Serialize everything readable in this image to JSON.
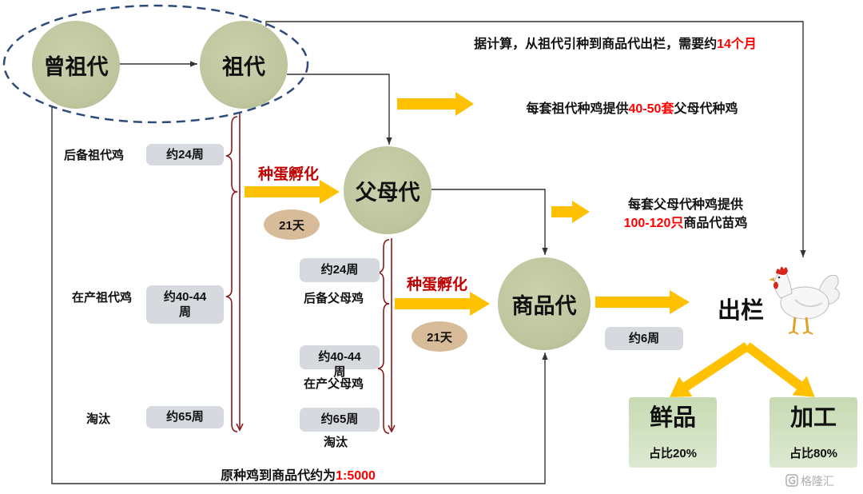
{
  "nodes": {
    "great_grandparent": "曾祖代",
    "grandparent": "祖代",
    "parent": "父母代",
    "commercial": "商品代",
    "slaughter": "出栏"
  },
  "notes": {
    "total_time": {
      "text": "据计算，从祖代引种到商品代出栏，需要约",
      "highlight": "14个月"
    },
    "grandparent_yield": {
      "text": "每套祖代种鸡提供",
      "highlight": "40-50套",
      "suffix": "父母代种鸡"
    },
    "parent_yield": {
      "line1": "每套父母代种鸡提供",
      "highlight": "100-120只",
      "suffix": "商品代苗鸡"
    },
    "ratio": {
      "text": "原种鸡到商品代约为",
      "highlight": "1:5000"
    }
  },
  "grandparent_stages": [
    {
      "label": "后备祖代鸡",
      "duration": "约24周"
    },
    {
      "label": "在产祖代鸡",
      "duration": "约40-44周"
    },
    {
      "label": "淘汰",
      "duration": "约65周"
    }
  ],
  "parent_stages": [
    {
      "label": "后备父母鸡",
      "duration": "约24周"
    },
    {
      "label": "在产父母鸡",
      "duration": "约40-44周"
    },
    {
      "label": "淘汰",
      "duration": "约65周"
    }
  ],
  "incubation": [
    {
      "label": "种蛋孵化",
      "days": "21天"
    },
    {
      "label": "种蛋孵化",
      "days": "21天"
    }
  ],
  "commercial_grow_out": "约6周",
  "outcomes": [
    {
      "title": "鲜品",
      "share": "占比20%"
    },
    {
      "title": "加工",
      "share": "占比80%"
    }
  ],
  "icons": {
    "chicken": "chicken-image",
    "watermark_logo": "gelonghui-logo-icon"
  },
  "watermark": "格隆汇",
  "colors": {
    "node_fill": "#BEC59D",
    "highlight_red": "#FF0000",
    "incubation_red": "#C00000",
    "yellow_arrow": "#FFC000",
    "bracket_red": "#8B1A1A",
    "duration_box": "#D6D9DE",
    "incubation_days_fill": "#D8BC9A",
    "outcome_box": "#C6DAB2",
    "dashed_ellipse": "#2F4B7C",
    "line_dark": "#333333",
    "watermark": "#9A9A9A"
  }
}
